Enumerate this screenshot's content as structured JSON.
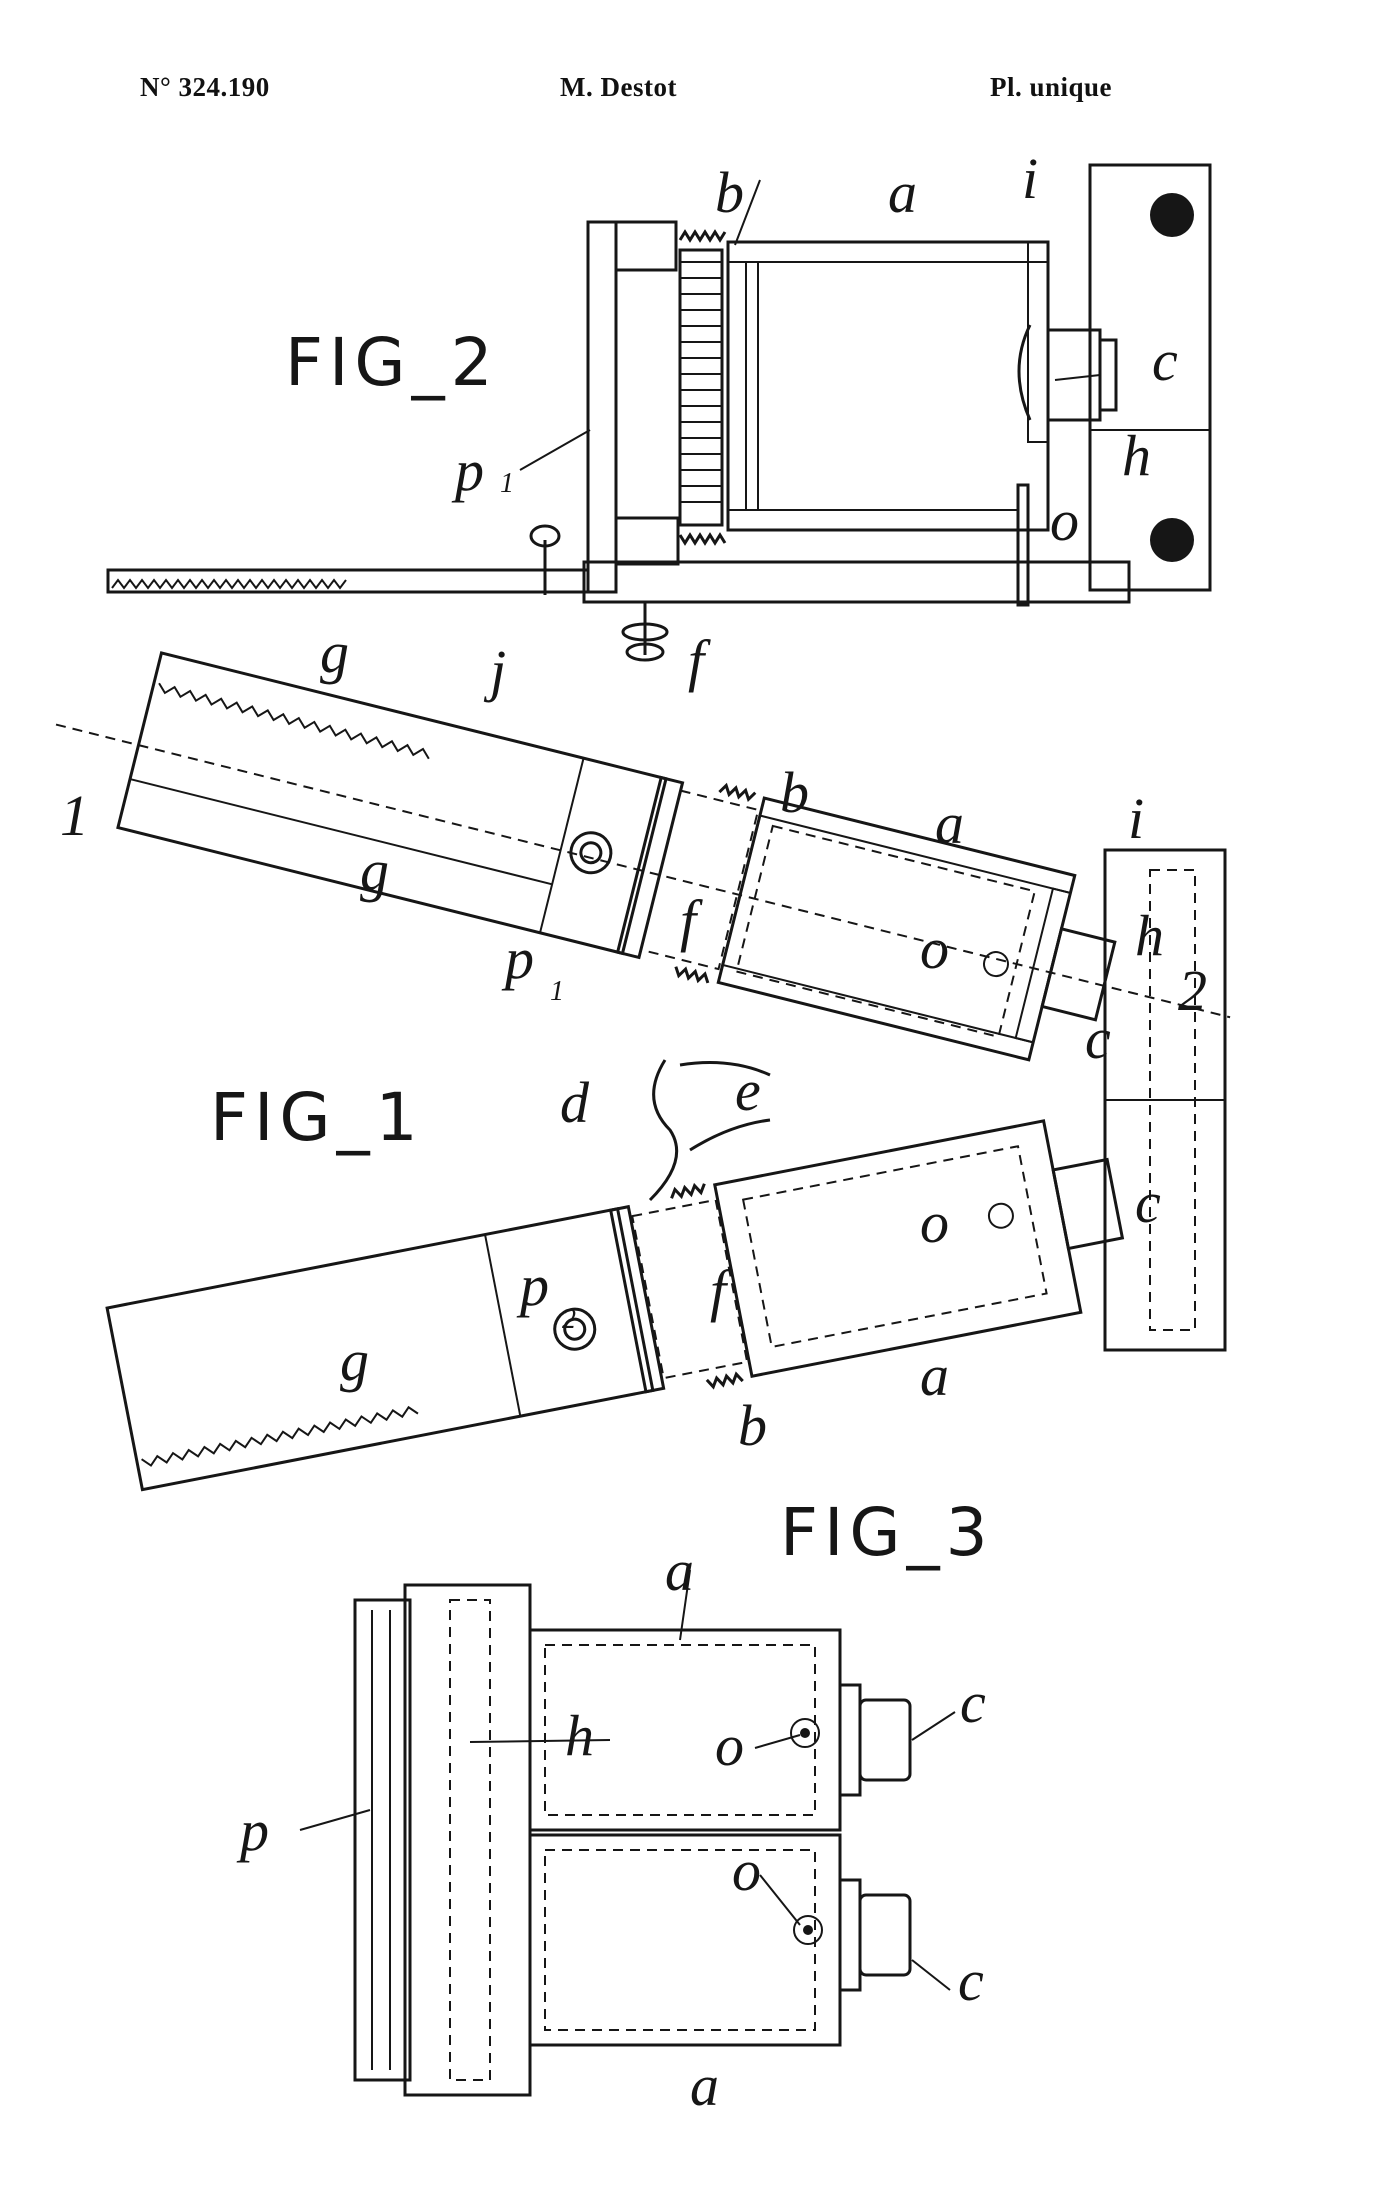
{
  "header": {
    "number": "N° 324.190",
    "author": "M. Destot",
    "plate": "Pl. unique"
  },
  "figures": {
    "fig1": "FIG_1",
    "fig2": "FIG_2",
    "fig3": "FIG_3"
  },
  "labels": {
    "a": "a",
    "b": "b",
    "c": "c",
    "d": "d",
    "e": "e",
    "f": "f",
    "g": "g",
    "h": "h",
    "i": "i",
    "j": "j",
    "o": "o",
    "p": "p",
    "n1": "1",
    "n2": "2"
  }
}
